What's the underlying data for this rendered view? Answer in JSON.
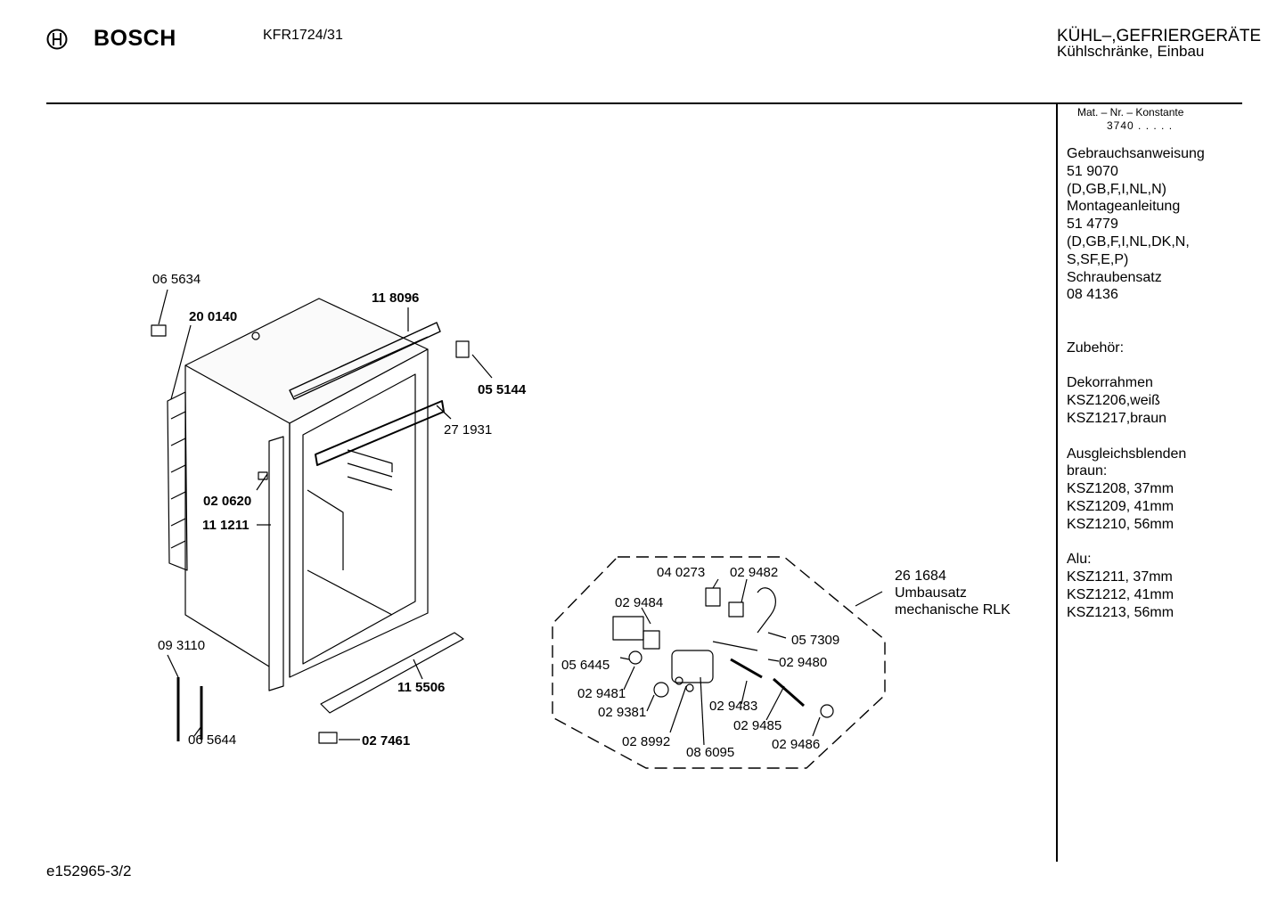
{
  "header": {
    "brand": "BOSCH",
    "model": "KFR1724/31",
    "category_line1": "KÜHL–,GEFRIERGERÄTE",
    "category_line2": "Kühlschränke, Einbau"
  },
  "side_panel": {
    "mat_header": "Mat. – Nr. – Konstante",
    "mat_value": "3740  .  .  .  .  .",
    "lines": [
      "Gebrauchsanweisung",
      "51 9070",
      "(D,GB,F,I,NL,N)",
      "Montageanleitung",
      "51 4779",
      "(D,GB,F,I,NL,DK,N,",
      "S,SF,E,P)",
      "Schraubensatz",
      "08 4136",
      "",
      "",
      "Zubehör:",
      "",
      "Dekorrahmen",
      "KSZ1206,weiß",
      "KSZ1217,braun",
      "",
      "Ausgleichsblenden",
      "braun:",
      "KSZ1208, 37mm",
      "KSZ1209, 41mm",
      "KSZ1210, 56mm",
      "",
      "Alu:",
      "KSZ1211, 37mm",
      "KSZ1212, 41mm",
      "KSZ1213, 56mm"
    ]
  },
  "parts": [
    {
      "id": "065634",
      "text": "06 5634",
      "bold": false
    },
    {
      "id": "200140",
      "text": "20 0140",
      "bold": true
    },
    {
      "id": "118096",
      "text": "11 8096",
      "bold": true
    },
    {
      "id": "055144",
      "text": "05 5144",
      "bold": true
    },
    {
      "id": "271931",
      "text": "27 1931",
      "bold": false
    },
    {
      "id": "020620",
      "text": "02 0620",
      "bold": true
    },
    {
      "id": "111211",
      "text": "11 1211",
      "bold": true
    },
    {
      "id": "093110",
      "text": "09 3110",
      "bold": false
    },
    {
      "id": "115506",
      "text": "11 5506",
      "bold": true
    },
    {
      "id": "065644",
      "text": "06 5644",
      "bold": false
    },
    {
      "id": "027461",
      "text": "02 7461",
      "bold": true
    },
    {
      "id": "040273",
      "text": "04 0273",
      "bold": false
    },
    {
      "id": "029482",
      "text": "02 9482",
      "bold": false
    },
    {
      "id": "029484",
      "text": "02 9484",
      "bold": false
    },
    {
      "id": "057309",
      "text": "05 7309",
      "bold": false
    },
    {
      "id": "056445",
      "text": "05 6445",
      "bold": false
    },
    {
      "id": "029480",
      "text": "02 9480",
      "bold": false
    },
    {
      "id": "029481",
      "text": "02 9481",
      "bold": false
    },
    {
      "id": "029381",
      "text": "02 9381",
      "bold": false
    },
    {
      "id": "029483",
      "text": "02 9483",
      "bold": false
    },
    {
      "id": "029485",
      "text": "02 9485",
      "bold": false
    },
    {
      "id": "028992",
      "text": "02 8992",
      "bold": false
    },
    {
      "id": "086095",
      "text": "08 6095",
      "bold": false
    },
    {
      "id": "029486",
      "text": "02 9486",
      "bold": false
    }
  ],
  "kit": {
    "number": "26 1684",
    "line1": "Umbausatz",
    "line2": "mechanische RLK"
  },
  "footer": {
    "doc_id": "e152965-3/2"
  }
}
